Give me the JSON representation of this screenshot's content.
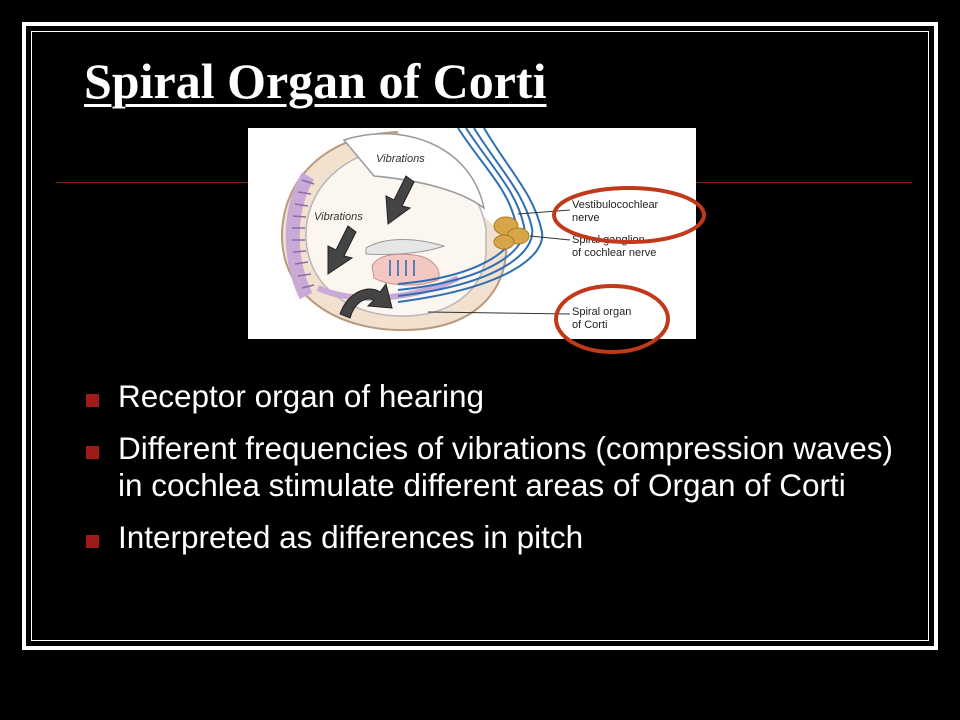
{
  "slide": {
    "title": "Spiral Organ of Corti",
    "bullet_color": "#a01a1a",
    "accent_rule_color": "#8b1a1a",
    "highlight_circle_color": "#c0391b",
    "bullets": [
      "Receptor organ of hearing",
      "Different frequencies of vibrations (compression waves) in cochlea stimulate different areas of Organ of Corti",
      "Interpreted as differences in pitch"
    ]
  },
  "diagram": {
    "vibrations_top": "Vibrations",
    "vibrations_bottom": "Vibrations",
    "nerve_label_line1": "Vestibulocochlear",
    "nerve_label_line2": "nerve",
    "ganglion_label_line1": "Spiral ganglion",
    "ganglion_label_line2": "of cochlear nerve",
    "organ_label_line1": "Spiral organ",
    "organ_label_line2": "of Corti"
  }
}
